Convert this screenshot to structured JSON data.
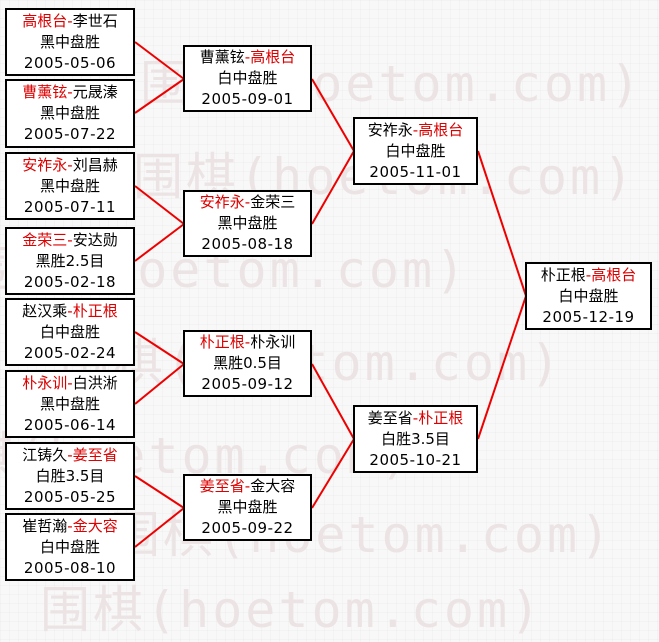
{
  "separator": "-",
  "watermark": {
    "text": "围棋(hoetom.com)",
    "color": "#ece4e4"
  },
  "colors": {
    "winner_name": "#dd0000",
    "connector_line": "#ee0000",
    "box_border": "#000000"
  },
  "matches": {
    "r1m1": {
      "p1": "高根台",
      "p2": "李世石",
      "winner": "p1",
      "result": "黑中盘胜",
      "date": "2005-05-06"
    },
    "r1m2": {
      "p1": "曹薰铉",
      "p2": "元晟溱",
      "winner": "p1",
      "result": "黑中盘胜",
      "date": "2005-07-22"
    },
    "r1m3": {
      "p1": "安祚永",
      "p2": "刘昌赫",
      "winner": "p1",
      "result": "黑中盘胜",
      "date": "2005-07-11"
    },
    "r1m4": {
      "p1": "金荣三",
      "p2": "安达勋",
      "winner": "p1",
      "result": "黑胜2.5目",
      "date": "2005-02-18"
    },
    "r1m5": {
      "p1": "赵汉乘",
      "p2": "朴正根",
      "winner": "p2",
      "result": "白中盘胜",
      "date": "2005-02-24"
    },
    "r1m6": {
      "p1": "朴永训",
      "p2": "白洪淅",
      "winner": "p1",
      "result": "黑中盘胜",
      "date": "2005-06-14"
    },
    "r1m7": {
      "p1": "江铸久",
      "p2": "姜至省",
      "winner": "p2",
      "result": "白胜3.5目",
      "date": "2005-05-25"
    },
    "r1m8": {
      "p1": "崔哲瀚",
      "p2": "金大容",
      "winner": "p2",
      "result": "白中盘胜",
      "date": "2005-08-10"
    },
    "r2m1": {
      "p1": "曹薰铉",
      "p2": "高根台",
      "winner": "p2",
      "result": "白中盘胜",
      "date": "2005-09-01"
    },
    "r2m2": {
      "p1": "安祚永",
      "p2": "金荣三",
      "winner": "p1",
      "result": "黑中盘胜",
      "date": "2005-08-18"
    },
    "r2m3": {
      "p1": "朴正根",
      "p2": "朴永训",
      "winner": "p1",
      "result": "黑胜0.5目",
      "date": "2005-09-12"
    },
    "r2m4": {
      "p1": "姜至省",
      "p2": "金大容",
      "winner": "p1",
      "result": "黑中盘胜",
      "date": "2005-09-22"
    },
    "sfm1": {
      "p1": "安祚永",
      "p2": "高根台",
      "winner": "p2",
      "result": "白中盘胜",
      "date": "2005-11-01"
    },
    "sfm2": {
      "p1": "姜至省",
      "p2": "朴正根",
      "winner": "p2",
      "result": "白胜3.5目",
      "date": "2005-10-21"
    },
    "final": {
      "p1": "朴正根",
      "p2": "高根台",
      "winner": "p2",
      "result": "白中盘胜",
      "date": "2005-12-19"
    }
  }
}
